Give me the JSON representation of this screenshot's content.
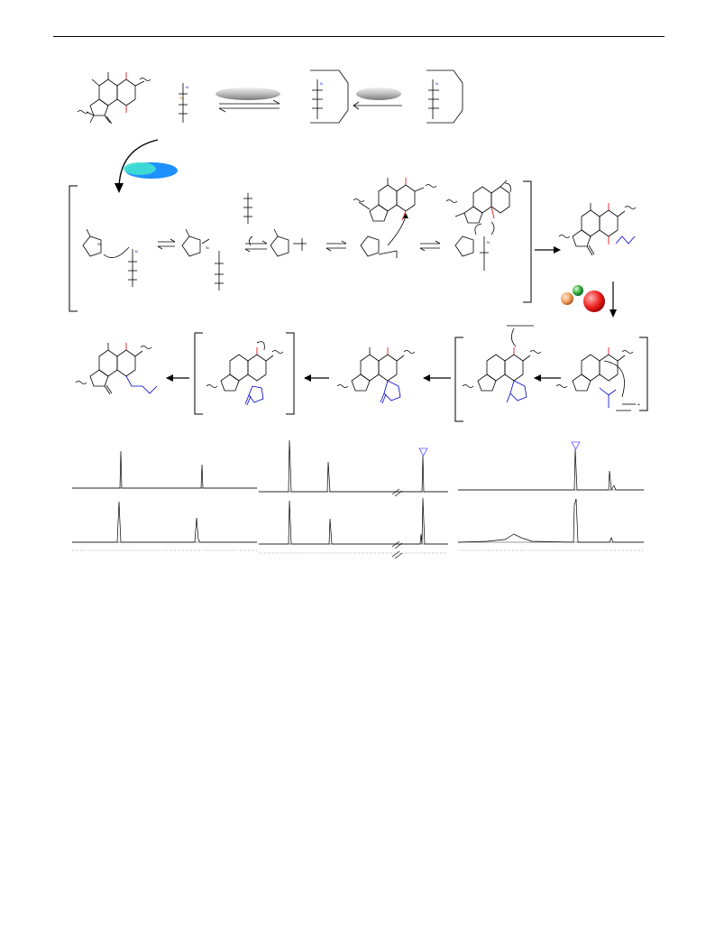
{
  "figure": {
    "row1": {
      "quinone_label": "",
      "reagent_note": ""
    },
    "nmr_panels": [
      {
        "name": "left"
      },
      {
        "name": "middle"
      },
      {
        "name": "right"
      }
    ]
  }
}
